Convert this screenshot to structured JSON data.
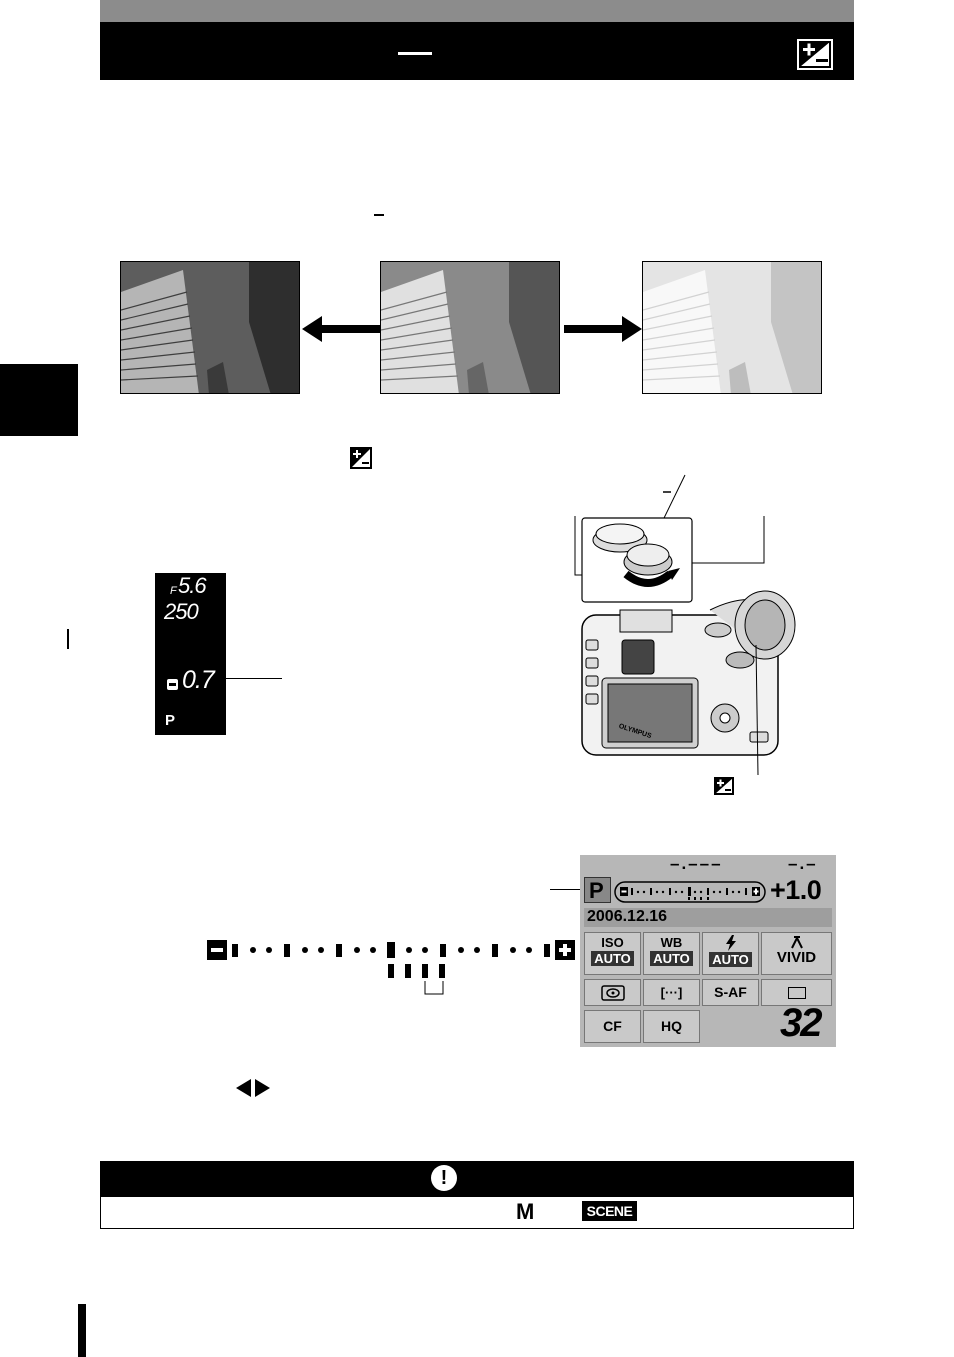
{
  "header": {
    "title_dash": "—"
  },
  "viewfinder": {
    "aperture": "5.6",
    "aperture_prefix": "F",
    "shutter": "250",
    "exposure": "0.7",
    "mode": "P"
  },
  "lcd": {
    "mode": "P",
    "top_dashes_left": "–.–––",
    "top_dashes_right": "–.–",
    "ev_value": "+1.0",
    "date": "2006.12.16",
    "settings_row1": [
      {
        "label": "ISO",
        "value": "AUTO"
      },
      {
        "label": "WB",
        "value": "AUTO"
      },
      {
        "label": "",
        "value": "AUTO"
      },
      {
        "label": "",
        "value": "VIVID"
      }
    ],
    "settings_row2": [
      "",
      "[···]",
      "S-AF",
      ""
    ],
    "settings_row3": [
      "CF",
      "HQ"
    ],
    "frames_remaining": "32"
  },
  "camera": {
    "brand": "OLYMPUS"
  },
  "note": {
    "exclamation": "!",
    "mode_letter": "M",
    "scene_label": "SCENE"
  }
}
